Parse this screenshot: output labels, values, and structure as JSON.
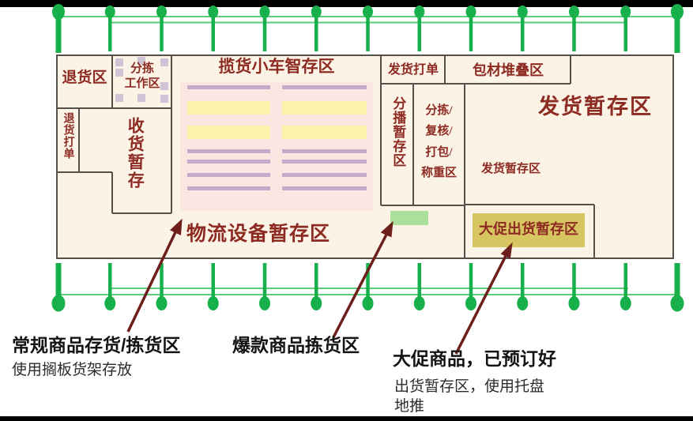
{
  "colors": {
    "dock_green": "#17b04a",
    "dock_rail_green": "#5bcd7c",
    "floor_cream": "#fcf3e7",
    "wall_gray": "#55504a",
    "shelf_pink": "#fae7e2",
    "shelf_yellow": "#faf3a9",
    "shelf_purple": "#c7a9c9",
    "workstation_lavender": "#d2c2d5",
    "hot_pick_green": "#acdf9b",
    "promo_olive": "#d7c561",
    "zone_text_red": "#8d2b22",
    "arrow_maroon": "#6e1f1b",
    "annotation_black": "#141414"
  },
  "warehouse": {
    "zones": {
      "cart_storage_title": "揽货小车智存区",
      "return_area": "退货区",
      "sorting_workstation": "分拣\n工作区",
      "return_labeling": "退货打单",
      "receiving_staging": "收货暂存",
      "shipping_labeling": "发货打单",
      "packing_material_stacking": "包材堆叠区",
      "distribution_staging": "分播暂存区",
      "sort_check_pack_weigh": "分拣/\n复核/\n打包/\n称重区",
      "shipping_staging_large": "发货暂存区",
      "shipping_staging_small": "发货暂存区",
      "logistics_equipment_staging": "物流设备暂存区",
      "promo_outbound_staging": "大促出货暂存区"
    }
  },
  "annotations": [
    {
      "title": "常规商品存货/拣货区",
      "subtitle": "使用搁板货架存放"
    },
    {
      "title": "爆款商品拣货区",
      "subtitle": ""
    },
    {
      "title": "大促商品，已预订好",
      "subtitle": "出货暂存区，使用托盘\n地推"
    }
  ]
}
